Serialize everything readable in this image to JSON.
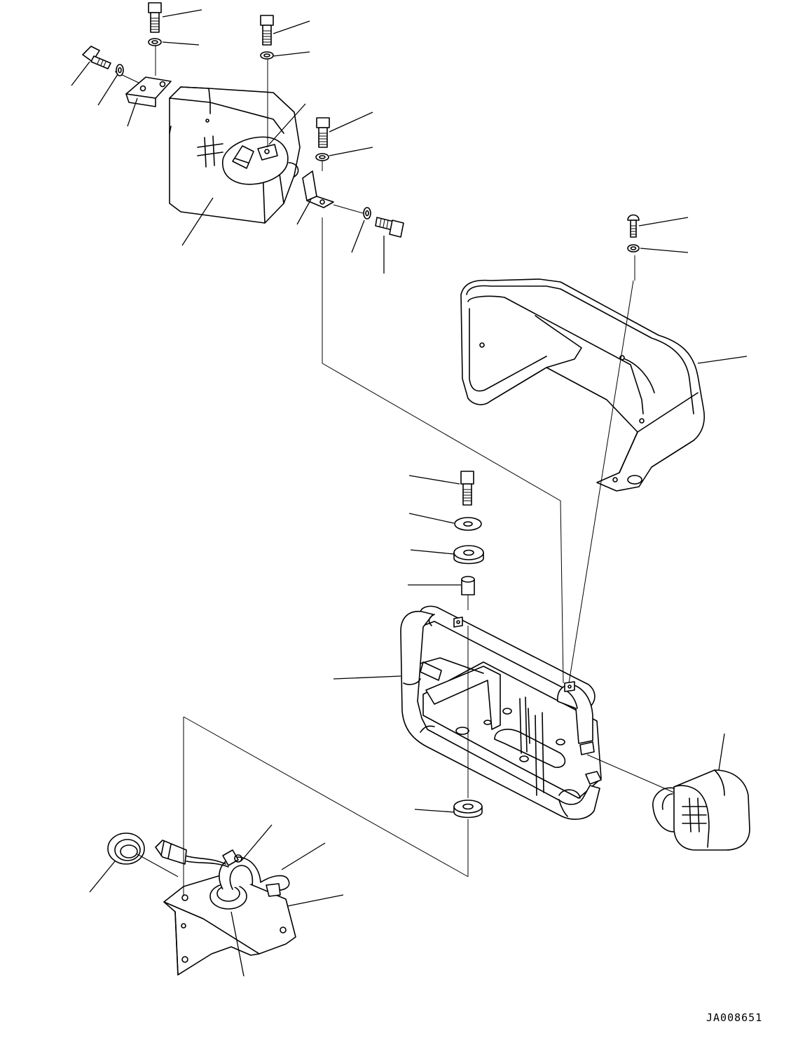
{
  "drawing": {
    "code": "JA008651",
    "type": "exploded parts diagram",
    "components": [
      "headlamp-assembly",
      "lamp-guard-cover",
      "lamp-bracket-frame",
      "rear-lamp",
      "mount-plate-with-harness",
      "grommet"
    ]
  }
}
